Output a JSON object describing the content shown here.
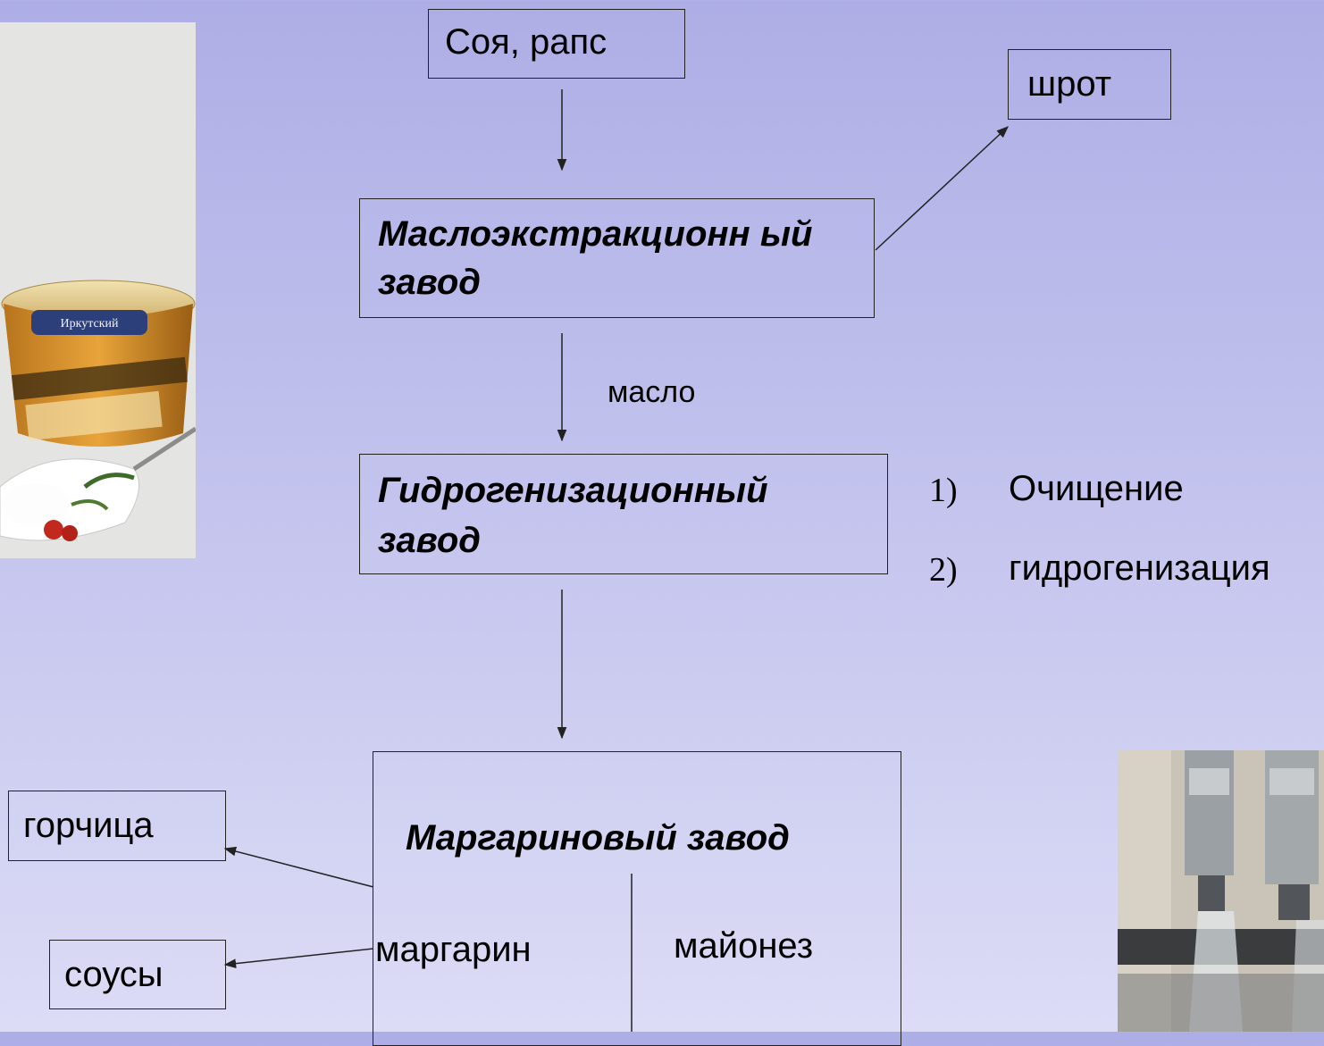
{
  "nodes": {
    "source": "Соя, рапс",
    "meal": "шрот",
    "extraction_plant": "Маслоэкстракционн ый завод",
    "oil_label": "масло",
    "hydro_plant": "Гидрогенизационный завод",
    "margarine_plant": "Маргариновый завод",
    "margarine": "маргарин",
    "mayonnaise": "майонез",
    "mustard": "горчица",
    "sauces": "соусы"
  },
  "steps": [
    {
      "num": "1)",
      "text": "Очищение"
    },
    {
      "num": "2)",
      "text": "гидрогенизация"
    }
  ],
  "photos": {
    "left": {
      "brand_text": "Иркутский"
    }
  },
  "colors": {
    "background_top": "#aeaee6",
    "background_bottom": "#dcdcf6",
    "line": "#222222"
  }
}
